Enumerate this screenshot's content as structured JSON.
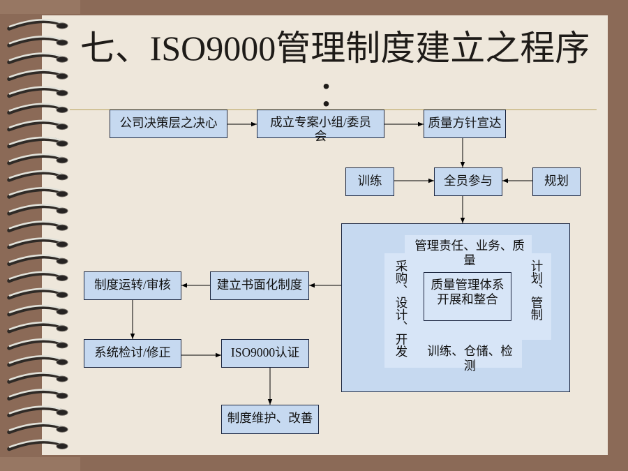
{
  "theme": {
    "background": "#8b6a57",
    "page": "#eee7db",
    "rule": "#d2c398",
    "box_fill": "#c6d9f0",
    "band_fill": "#d7e5f7",
    "box_border": "#1b2640",
    "text": "#111111"
  },
  "slide": {
    "title": "七、ISO9000管理制度建立之程序",
    "title_suffix": "："
  },
  "flowchart": {
    "decision": "公司决策层之决心",
    "project_team": "成立专案小组/委员会",
    "quality_policy": "质量方针宣达",
    "training": "训练",
    "full_participation": "全员参与",
    "planning": "规划",
    "qms": {
      "center": "质量管理体系开展和整合",
      "top": "管理责任、业务、质量",
      "left": "采购、设计、开发",
      "right": "计划、管制",
      "bottom": "训练、仓储、检测"
    },
    "written_system": "建立书面化制度",
    "operation_audit": "制度运转/审核",
    "review_correction": "系统检讨/修正",
    "certification": "ISO9000认证",
    "maintenance": "制度维护、改善"
  }
}
